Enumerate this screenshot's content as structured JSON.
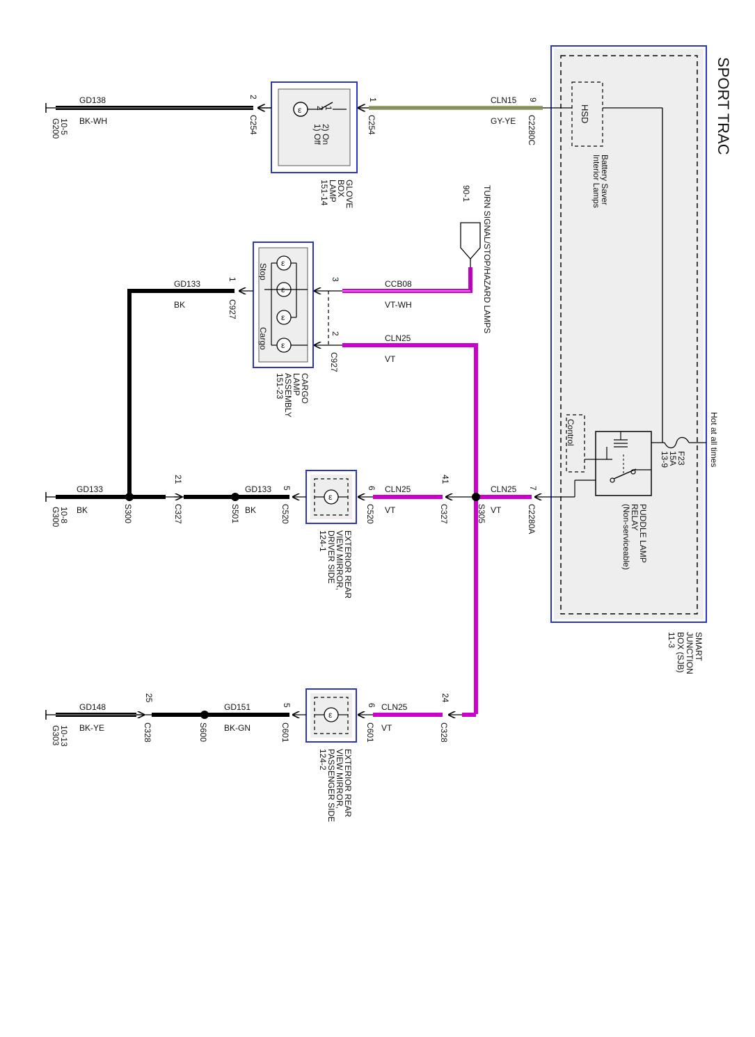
{
  "title": "SPORT TRAC",
  "hot_label": "Hot at all times",
  "fuse": {
    "name": "F23",
    "rating": "15A",
    "ref": "13-9"
  },
  "sjb": {
    "line1": "SMART",
    "line2": "JUNCTION",
    "line3": "BOX (SJB)",
    "ref": "11-3"
  },
  "hsd": {
    "label": "HSD",
    "desc1": "Battery Saver",
    "desc2": "Interior Lamps"
  },
  "control_label": "Control",
  "relay": {
    "line1": "PUDDLE LAMP",
    "line2": "RELAY",
    "line3": "(Non-serviceable)"
  },
  "glove_box": {
    "line1": "GLOVE",
    "line2": "BOX",
    "line3": "LAMP",
    "ref": "151-14",
    "switch1": "1) Off",
    "switch2": "2) On",
    "sw_pin1": "1",
    "sw_pin2": "2"
  },
  "turn_signal": {
    "label": "TURN SIGNAL/STOP/HAZARD LAMPS",
    "ref": "90-1"
  },
  "cargo": {
    "line1": "CARGO",
    "line2": "LAMP",
    "line3": "ASSEMBLY",
    "ref": "151-23",
    "stop_label": "Stop",
    "cargo_label": "Cargo"
  },
  "mirror_driver": {
    "line1": "EXTERIOR REAR",
    "line2": "VIEW MIRROR,",
    "line3": "DRIVER SIDE",
    "ref": "124-1"
  },
  "mirror_pass": {
    "line1": "EXTERIOR REAR",
    "line2": "VIEW MIRROR,",
    "line3": "PASSENGER SIDE",
    "ref": "124-2"
  },
  "grounds": {
    "g200": {
      "name": "G200",
      "ref": "10-5"
    },
    "g300": {
      "name": "G300",
      "ref": "10-8"
    },
    "g303": {
      "name": "G303",
      "ref": "10-13"
    }
  },
  "splices": {
    "s300": "S300",
    "s305": "S305",
    "s501": "S501",
    "s600": "S600"
  },
  "wires": {
    "gd138": {
      "circuit": "GD138",
      "color": "BK-WH"
    },
    "cln15": {
      "circuit": "CLN15",
      "color": "GY-YE"
    },
    "ccb08": {
      "circuit": "CCB08",
      "color": "VT-WH"
    },
    "cln25_cargo": {
      "circuit": "CLN25",
      "color": "VT"
    },
    "gd133_cargo": {
      "circuit": "GD133",
      "color": "BK"
    },
    "cln25_sjb": {
      "circuit": "CLN25",
      "color": "VT"
    },
    "cln25_c520": {
      "circuit": "CLN25",
      "color": "VT"
    },
    "gd133_c520": {
      "circuit": "GD133",
      "color": "BK"
    },
    "gd133_g300": {
      "circuit": "GD133",
      "color": "BK"
    },
    "cln25_c601": {
      "circuit": "CLN25",
      "color": "VT"
    },
    "gd151": {
      "circuit": "GD151",
      "color": "BK-GN"
    },
    "gd148": {
      "circuit": "GD148",
      "color": "BK-YE"
    }
  },
  "connectors": {
    "c2280c": {
      "name": "C2280C",
      "pin": "9"
    },
    "c254_right": {
      "name": "C254",
      "pin": "1"
    },
    "c254_left": {
      "name": "C254",
      "pin": "2"
    },
    "c927_3": {
      "name": "C927",
      "pin": "3"
    },
    "c927_2": {
      "name": "C927",
      "pin": "2"
    },
    "c927_1": {
      "name": "C927",
      "pin": "1"
    },
    "c2280a": {
      "name": "C2280A",
      "pin": "7"
    },
    "c327_41": {
      "name": "C327",
      "pin": "41"
    },
    "c520_6": {
      "name": "C520",
      "pin": "6"
    },
    "c520_5": {
      "name": "C520",
      "pin": "5"
    },
    "c327_21": {
      "name": "C327",
      "pin": "21"
    },
    "c328_24": {
      "name": "C328",
      "pin": "24"
    },
    "c601_6": {
      "name": "C601",
      "pin": "6"
    },
    "c601_5": {
      "name": "C601",
      "pin": "5"
    },
    "c328_25": {
      "name": "C328",
      "pin": "25"
    }
  },
  "colors": {
    "wire_violet": "#cc00cc",
    "wire_black": "#000000",
    "wire_gray_yellow": "#9aa36a",
    "module_border": "#2a33c8",
    "module_fill": "#eeeeee"
  }
}
